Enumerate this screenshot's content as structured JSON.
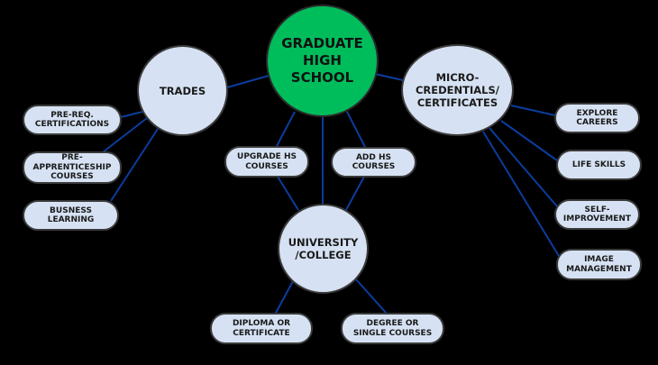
{
  "colors": {
    "background": "#000000",
    "root": "#00bd5c",
    "node": "#d6e2f3",
    "connector": "#0a3d9e"
  },
  "root": {
    "label": "GRADUATE\nHIGH\nSCHOOL"
  },
  "branches": {
    "trades": {
      "label": "TRADES",
      "children": [
        "PRE-REQ.\nCERTIFICATIONS",
        "PRE-\nAPPRENTICESHIP\nCOURSES",
        "BUSNESS\nLEARNING"
      ]
    },
    "micro": {
      "label": "MICRO-\nCREDENTIALS/\nCERTIFICATES",
      "children": [
        "EXPLORE\nCAREERS",
        "LIFE SKILLS",
        "SELF-\nIMPROVEMENT",
        "IMAGE\nMANAGEMENT"
      ]
    },
    "university": {
      "label": "UNIVERSITY\n/COLLEGE",
      "via": [
        "UPGRADE HS\nCOURSES",
        "ADD HS\nCOURSES"
      ],
      "children": [
        "DIPLOMA OR\nCERTIFICATE",
        "DEGREE OR\nSINGLE COURSES"
      ]
    }
  }
}
